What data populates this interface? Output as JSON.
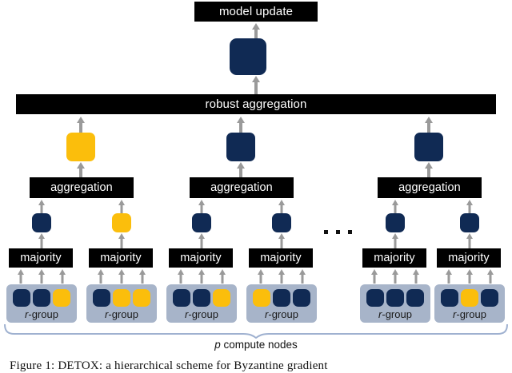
{
  "figure": {
    "top_box_label": "model update",
    "robust_bar_label": "robust aggregation",
    "aggregation_label": "aggregation",
    "majority_label": "majority",
    "rgroup_label_prefix": "r",
    "rgroup_label_suffix": "-group",
    "compute_nodes_symbol": "p",
    "compute_nodes_text": " compute nodes",
    "ellipsis": "...",
    "caption": "Figure 1: DETOX: a hierarchical scheme for Byzantine gradient"
  },
  "colors": {
    "navy": "#102a54",
    "gold": "#fbbe0c",
    "box_black": "#000000",
    "box_text": "#ffffff",
    "group_fill": "#a7b4c9",
    "arrow": "#9a9a9a",
    "brace": "#9fb1d0"
  },
  "tree": {
    "model_update": {
      "label": "model update"
    },
    "global_state": {
      "color": "navy"
    },
    "robust_aggregation": {
      "label": "robust aggregation"
    },
    "aggregation_groups": [
      {
        "label": "aggregation",
        "output_color": "gold"
      },
      {
        "label": "aggregation",
        "output_color": "navy"
      },
      {
        "label": "aggregation",
        "output_color": "navy"
      }
    ],
    "majority_nodes": [
      {
        "label": "majority",
        "output_color": "navy"
      },
      {
        "label": "majority",
        "output_color": "gold"
      },
      {
        "label": "majority",
        "output_color": "navy"
      },
      {
        "label": "majority",
        "output_color": "navy"
      },
      {
        "label": "majority",
        "output_color": "navy"
      },
      {
        "label": "majority",
        "output_color": "navy"
      }
    ],
    "r_groups": [
      {
        "label": "r-group",
        "workers": [
          "navy",
          "navy",
          "gold"
        ]
      },
      {
        "label": "r-group",
        "workers": [
          "navy",
          "gold",
          "gold"
        ]
      },
      {
        "label": "r-group",
        "workers": [
          "navy",
          "navy",
          "gold"
        ]
      },
      {
        "label": "r-group",
        "workers": [
          "gold",
          "navy",
          "navy"
        ]
      },
      {
        "label": "r-group",
        "workers": [
          "navy",
          "navy",
          "navy"
        ]
      },
      {
        "label": "r-group",
        "workers": [
          "navy",
          "gold",
          "navy"
        ]
      }
    ]
  }
}
